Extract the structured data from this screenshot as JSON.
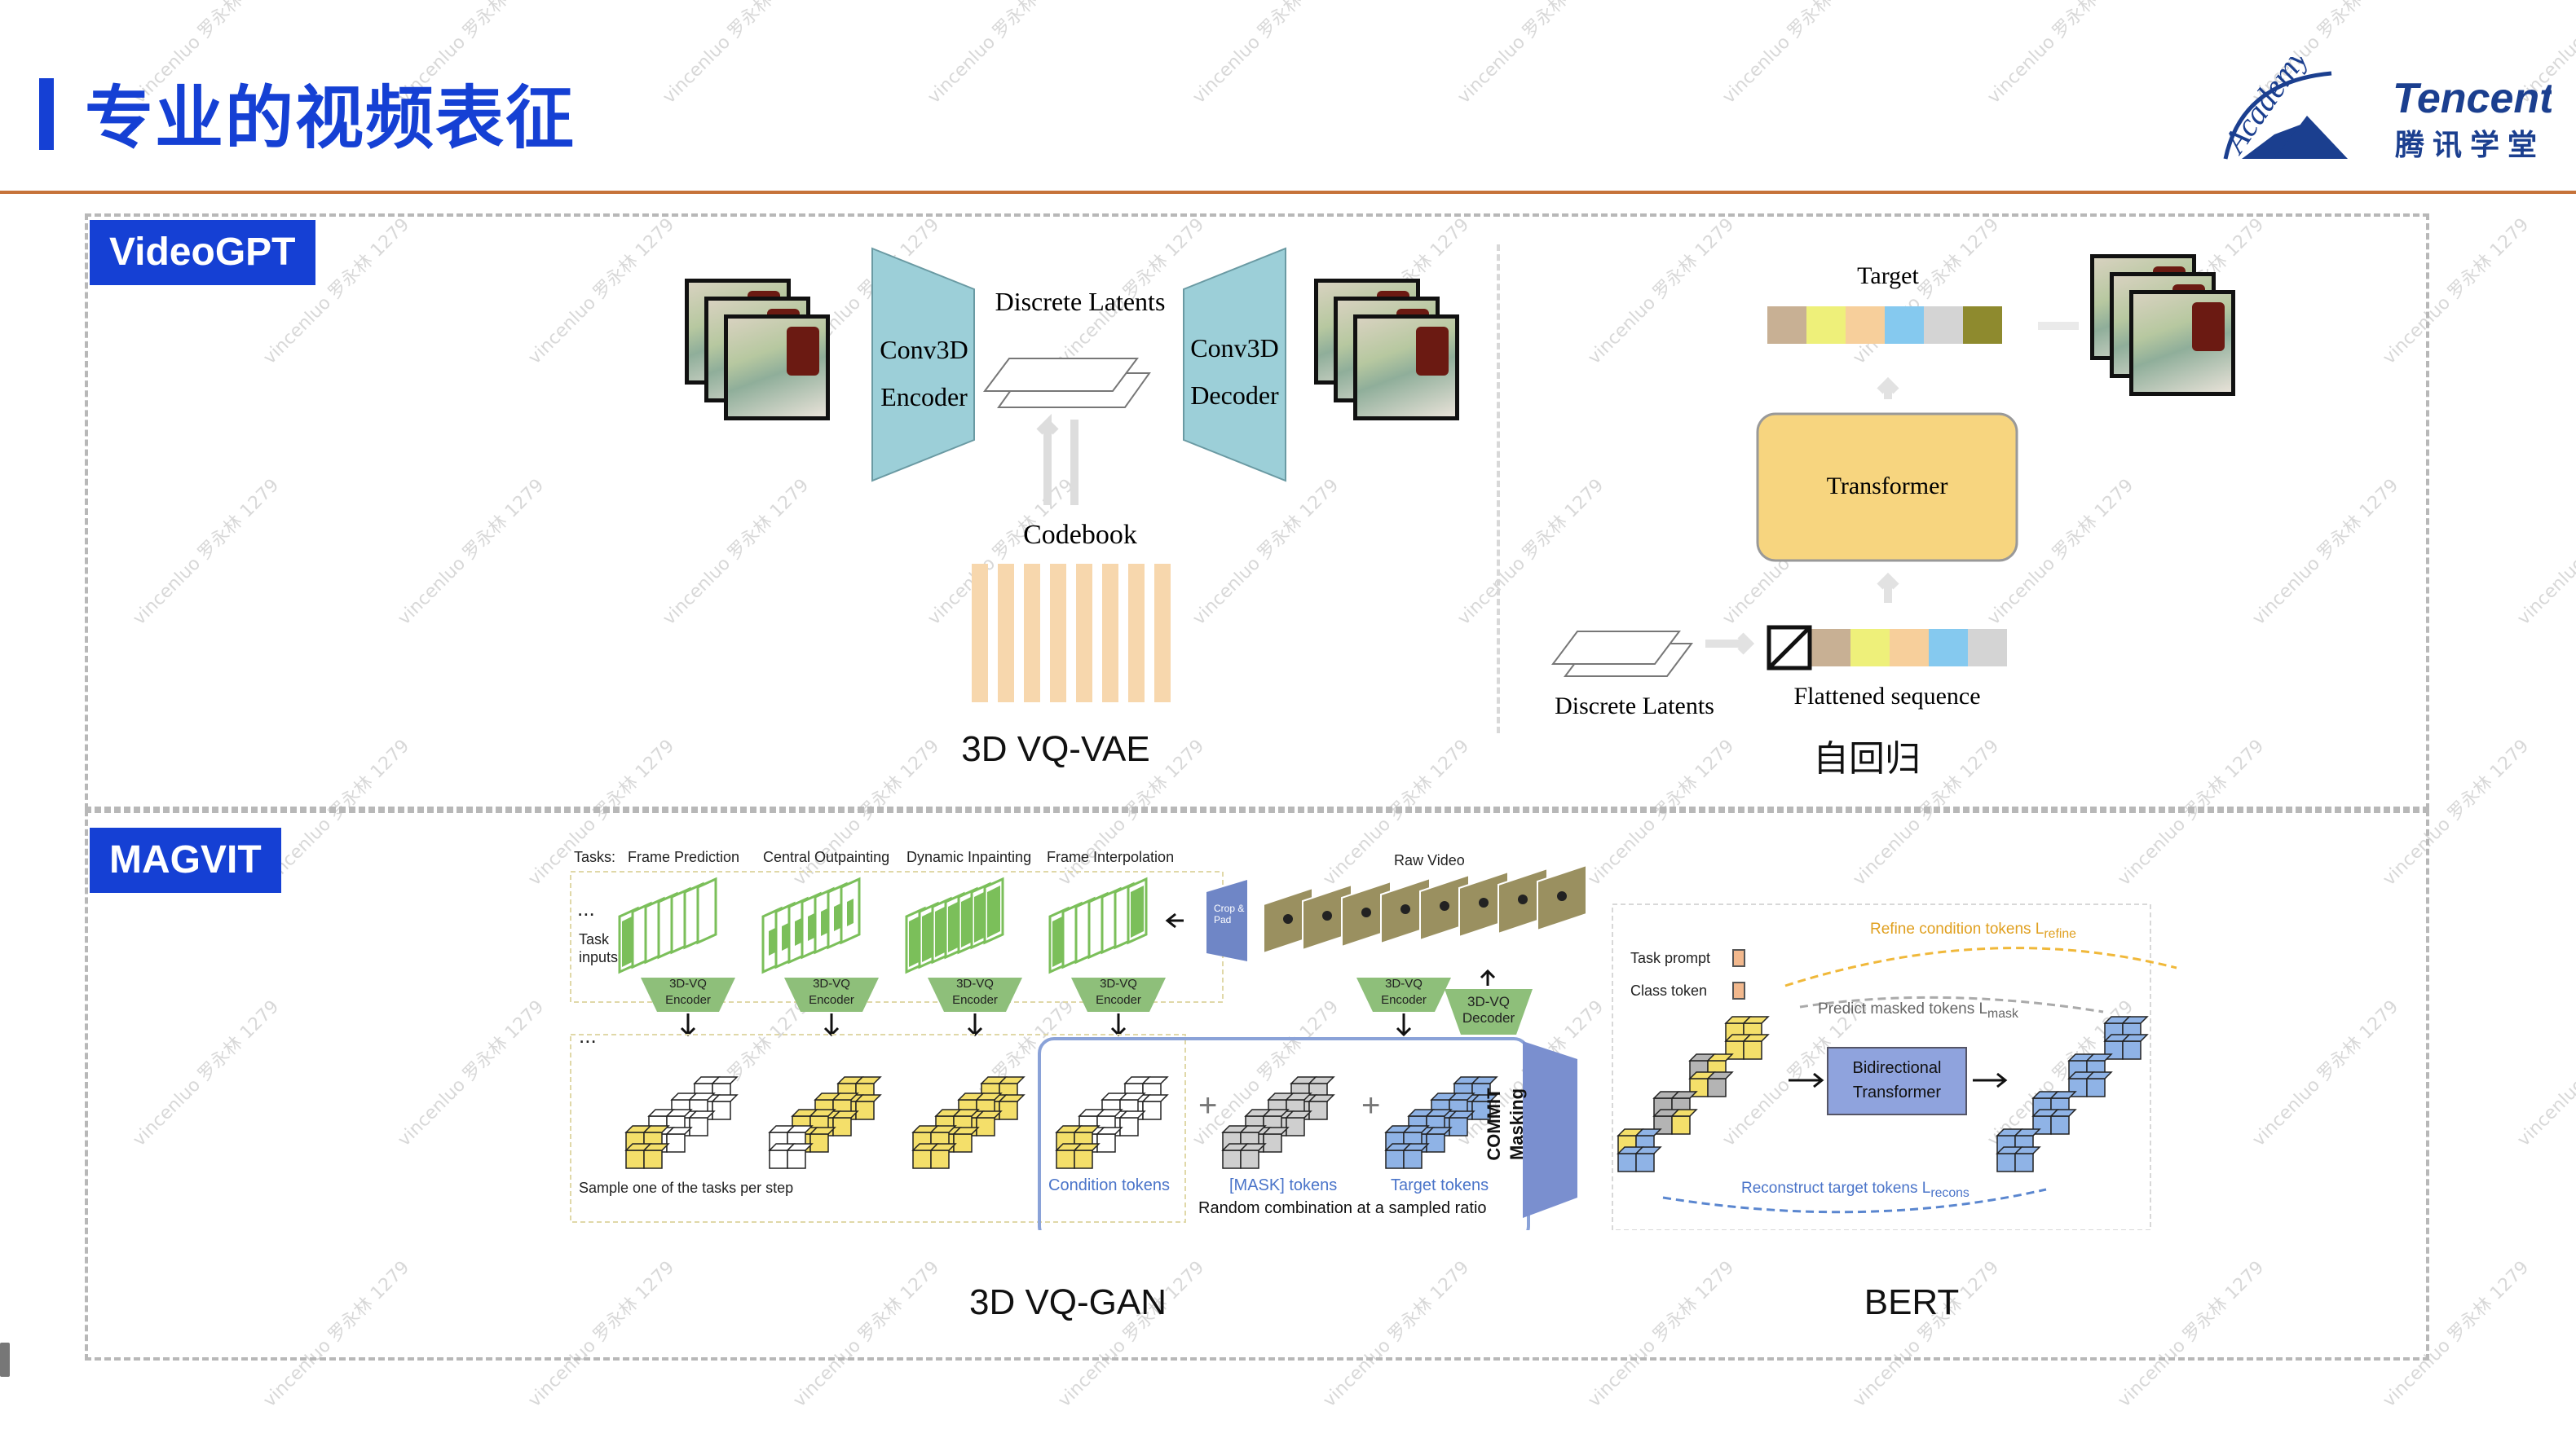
{
  "header": {
    "title": "专业的视频表征",
    "logo_academy": "Academy",
    "logo_brand": "Tencent",
    "logo_cn": "腾讯学堂"
  },
  "watermark": "vincenluo 罗永林 1279",
  "videogpt": {
    "tag": "VideoGPT",
    "encoder_line1": "Conv3D",
    "encoder_line2": "Encoder",
    "decoder_line1": "Conv3D",
    "decoder_line2": "Decoder",
    "discrete_latents": "Discrete Latents",
    "codebook": "Codebook",
    "caption_left": "3D VQ-VAE",
    "target": "Target",
    "transformer": "Transformer",
    "discrete_latents_right": "Discrete Latents",
    "flattened_sequence": "Flattened sequence",
    "caption_right": "自回归",
    "target_colors": [
      "#c8b094",
      "#eef07a",
      "#f7cf9b",
      "#85c9ef",
      "#d4d4d4",
      "#8e8a2e"
    ],
    "sequence_colors": [
      "#c8b094",
      "#eef07a",
      "#f7cf9b",
      "#85c9ef",
      "#d4d4d4"
    ],
    "codebook_color": "#f7d7ad",
    "encoder_color": "#9ccfd8",
    "transformer_color": "#f7d57f"
  },
  "magvit": {
    "tag": "MAGVIT",
    "tasks_label": "Tasks:",
    "task_names": [
      "Frame Prediction",
      "Central Outpainting",
      "Dynamic Inpainting",
      "Frame Interpolation"
    ],
    "raw_video": "Raw Video",
    "ellipsis": "...",
    "task_inputs": "Task inputs",
    "crop_pad": "Crop & Pad",
    "encoder": "3D-VQ Encoder",
    "decoder": "3D-VQ Decoder",
    "sample_note": "Sample one of the tasks per step",
    "condition_tokens": "Condition tokens",
    "mask_tokens": "[MASK] tokens",
    "target_tokens": "Target tokens",
    "random_combination": "Random combination at a sampled ratio",
    "commit": "COMMIT",
    "masking": "Masking",
    "task_prompt": "Task prompt",
    "class_token": "Class token",
    "refine": "Refine condition tokens L",
    "refine_sub": "refine",
    "predict": "Predict masked tokens L",
    "predict_sub": "mask",
    "bidirectional_line1": "Bidirectional",
    "bidirectional_line2": "Transformer",
    "reconstruct": "Reconstruct target tokens L",
    "reconstruct_sub": "recons",
    "caption_left": "3D VQ-GAN",
    "caption_right": "BERT",
    "green": "#7bbf5a",
    "blue_token": "#8fb3e6",
    "yellow_token": "#f4df6a"
  }
}
